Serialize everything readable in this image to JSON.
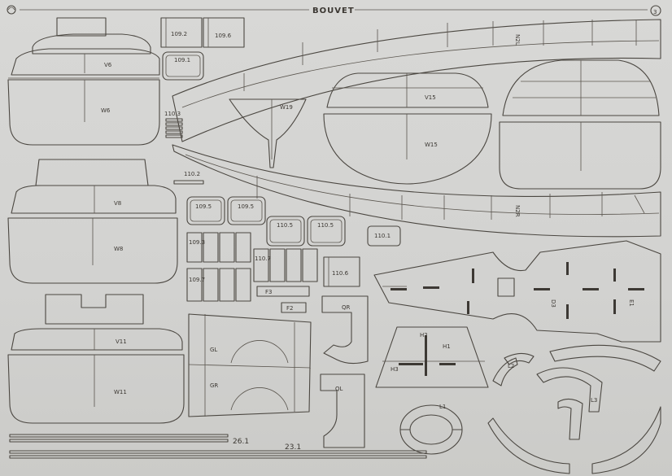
{
  "sheet": {
    "title": "BOUVET",
    "number": "3"
  },
  "labels": {
    "v6": "V6",
    "w6": "W6",
    "v8": "V8",
    "w8": "W8",
    "v11": "V11",
    "w11": "W11",
    "v15": "V15",
    "w15": "W15",
    "w19": "W19",
    "n2l": "N2L",
    "n2r": "N2R",
    "p109_2": "109.2",
    "p109_6": "109.6",
    "p109_1": "109.1",
    "p110_3": "110.3",
    "p110_2": "110.2",
    "p109_5a": "109.5",
    "p109_5b": "109.5",
    "p110_5a": "110.5",
    "p110_5b": "110.5",
    "p110_1": "110.1",
    "p109_3": "109.3",
    "p109_7": "109.7",
    "p110_7": "110.7",
    "p110_6": "110.6",
    "f3": "F3",
    "f2": "F2",
    "qr": "QR",
    "ql": "QL",
    "gl": "GL",
    "gr": "GR",
    "h1": "H1",
    "h2": "H2",
    "h3": "H3",
    "d3": "D3",
    "e1": "E1",
    "l1": "L1",
    "l2": "L2",
    "l3": "L3",
    "p26_1": "26.1",
    "p23_1": "23.1"
  }
}
